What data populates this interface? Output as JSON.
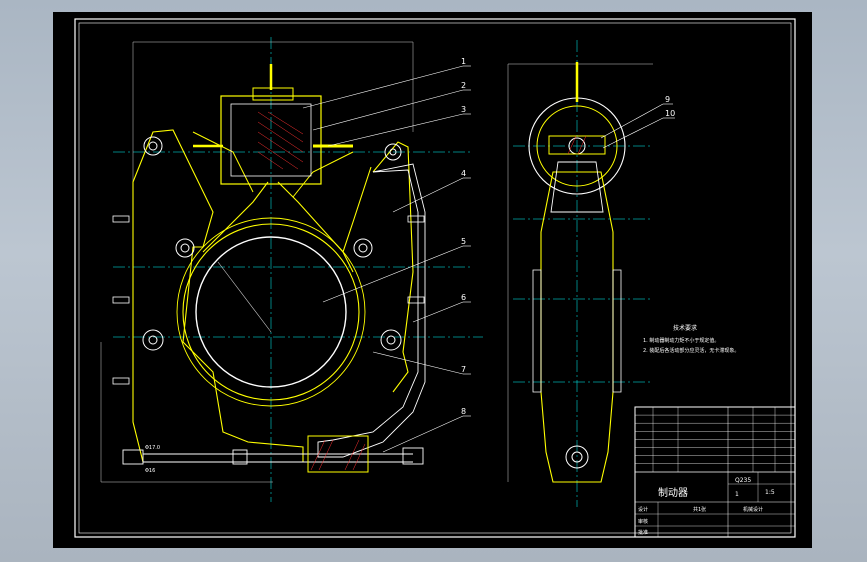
{
  "drawing": {
    "callouts": [
      "1",
      "2",
      "3",
      "4",
      "5",
      "6",
      "7",
      "8"
    ],
    "side_callouts": [
      "9",
      "10"
    ],
    "tech_req_title": "技术要求",
    "tech_req_lines": [
      "1. 制动器制动力矩不小于规定值。",
      "2. 装配后各活动部分应灵活，无卡滞现象。"
    ],
    "title_block": {
      "name": "制动器",
      "material": "Q235",
      "scale": "1:5",
      "sheet": "1",
      "drawn_label": "设计",
      "check_label": "审核",
      "approve_label": "批准",
      "count_label": "共1张",
      "unit_label": "机械设计"
    },
    "colors": {
      "frame": "#ffffff",
      "part": "#ffff00",
      "dim": "#00ffff",
      "section": "#ff3030"
    }
  }
}
